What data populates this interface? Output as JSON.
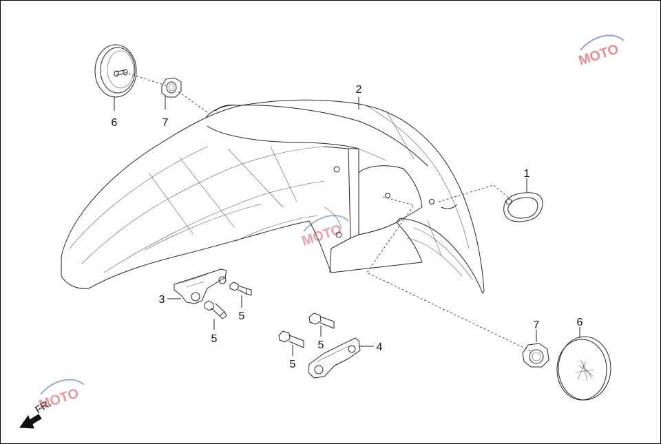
{
  "callouts": {
    "c1": "1",
    "c2": "2",
    "c3": "3",
    "c4": "4",
    "c5a": "5",
    "c5b": "5",
    "c5c": "5",
    "c5d": "5",
    "c6a": "6",
    "c6b": "6",
    "c7a": "7",
    "c7b": "7"
  },
  "direction_label": "FR.",
  "watermark_text": "MOTO",
  "colors": {
    "line": "#222222",
    "watermark_blue": "#3355aa",
    "watermark_red": "#cc3344"
  }
}
